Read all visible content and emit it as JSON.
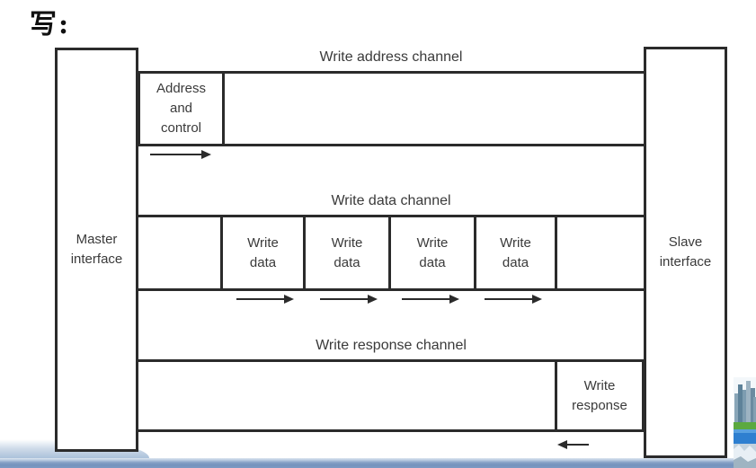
{
  "page": {
    "title": "写:"
  },
  "diagram": {
    "master": {
      "label": "Master interface"
    },
    "slave": {
      "label": "Slave interface"
    },
    "channels": [
      {
        "id": "write-address-channel",
        "title": "Write address channel",
        "boxes": [
          {
            "label": "Address and control"
          }
        ],
        "arrow_direction": "right"
      },
      {
        "id": "write-data-channel",
        "title": "Write data channel",
        "boxes": [
          {
            "label": "Write data"
          },
          {
            "label": "Write data"
          },
          {
            "label": "Write data"
          },
          {
            "label": "Write data"
          }
        ],
        "arrow_direction": "right"
      },
      {
        "id": "write-response-channel",
        "title": "Write response channel",
        "boxes": [
          {
            "label": "Write response"
          }
        ],
        "arrow_direction": "left"
      }
    ],
    "colors": {
      "line": "#2b2b2b",
      "text": "#3a3a3a",
      "footer_bar": "#7b99c3"
    }
  },
  "decor": {
    "corner_image": "city-skyline-photo"
  }
}
